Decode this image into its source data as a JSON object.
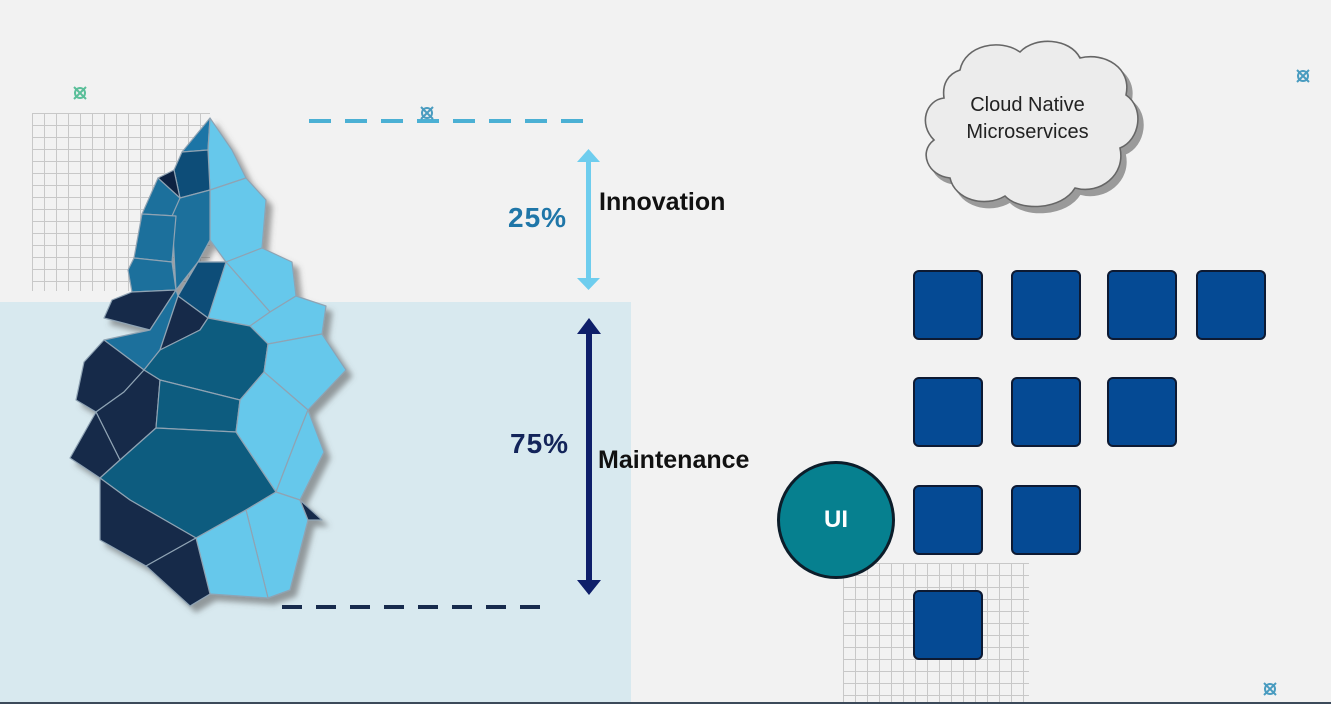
{
  "innovation": {
    "percent": "25%",
    "label": "Innovation",
    "color": "#1f76a8"
  },
  "maintenance": {
    "percent": "75%",
    "label": "Maintenance",
    "color": "#13245a"
  },
  "cloud": {
    "line1": "Cloud Native",
    "line2": "Microservices"
  },
  "ui_node": {
    "label": "UI",
    "color": "#06808f"
  },
  "services": {
    "count": 10,
    "color": "#054a94"
  },
  "colors": {
    "iceberg_light": "#66c8eb",
    "iceberg_mid": "#1b6f9c",
    "iceberg_dark": "#14294a",
    "water": "#d8e9ef",
    "accent_marker": "#5bbf9a"
  }
}
